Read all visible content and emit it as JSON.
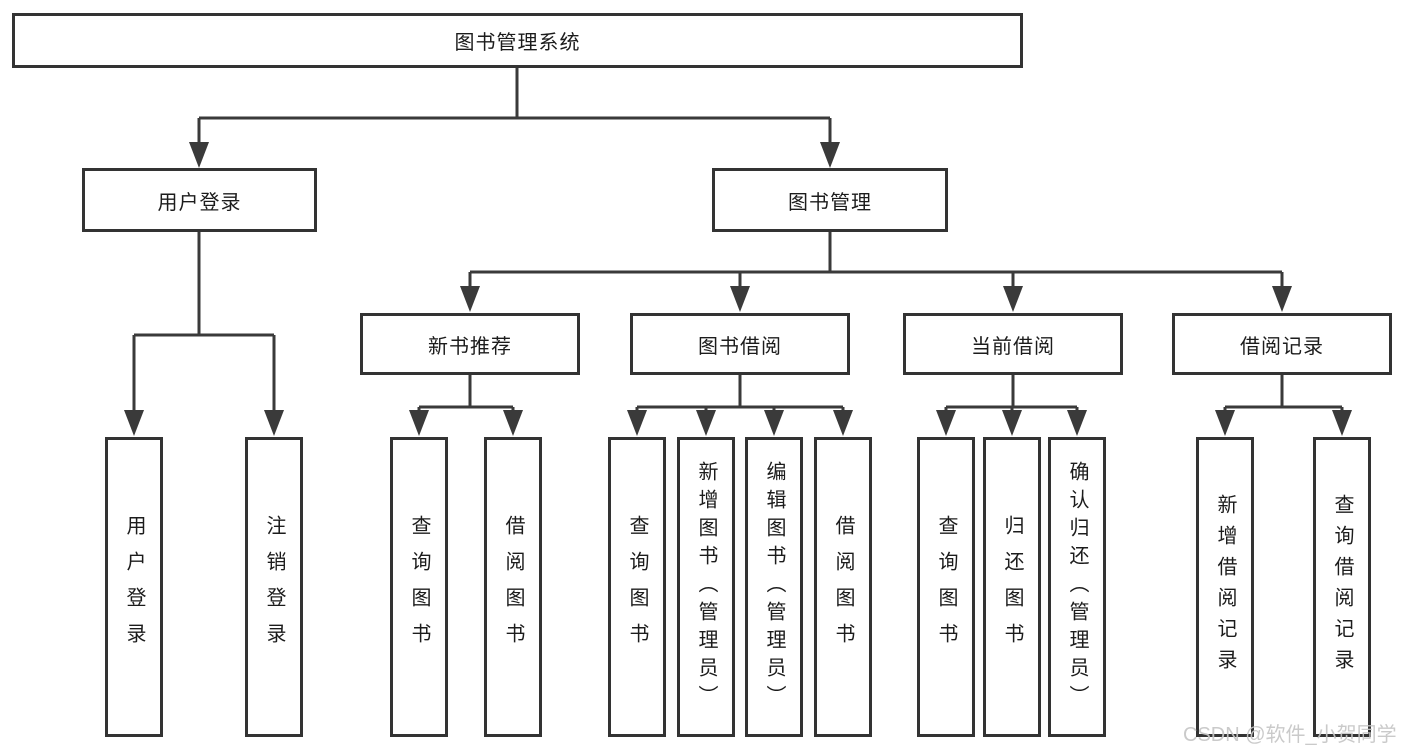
{
  "colors": {
    "line": "#3a3a3a",
    "box_border": "#333333",
    "box_fill": "#ffffff",
    "text": "#1c1c1c",
    "watermark": "#c6c6c6",
    "background": "#ffffff"
  },
  "watermark": {
    "text": "CSDN @软件_小贺同学"
  },
  "tree": {
    "root": "图书管理系统",
    "branches": [
      {
        "label": "用户登录",
        "children": [
          {
            "label": "用户登录"
          },
          {
            "label": "注销登录"
          }
        ]
      },
      {
        "label": "图书管理",
        "children": [
          {
            "label": "新书推荐",
            "children": [
              {
                "label": "查询图书"
              },
              {
                "label": "借阅图书"
              }
            ]
          },
          {
            "label": "图书借阅",
            "children": [
              {
                "label": "查询图书"
              },
              {
                "label": "新增图书（管理员）"
              },
              {
                "label": "编辑图书（管理员）"
              },
              {
                "label": "借阅图书"
              }
            ]
          },
          {
            "label": "当前借阅",
            "children": [
              {
                "label": "查询图书"
              },
              {
                "label": "归还图书"
              },
              {
                "label": "确认归还（管理员）"
              }
            ]
          },
          {
            "label": "借阅记录",
            "children": [
              {
                "label": "新增借阅记录"
              },
              {
                "label": "查询借阅记录"
              }
            ]
          }
        ]
      }
    ]
  }
}
